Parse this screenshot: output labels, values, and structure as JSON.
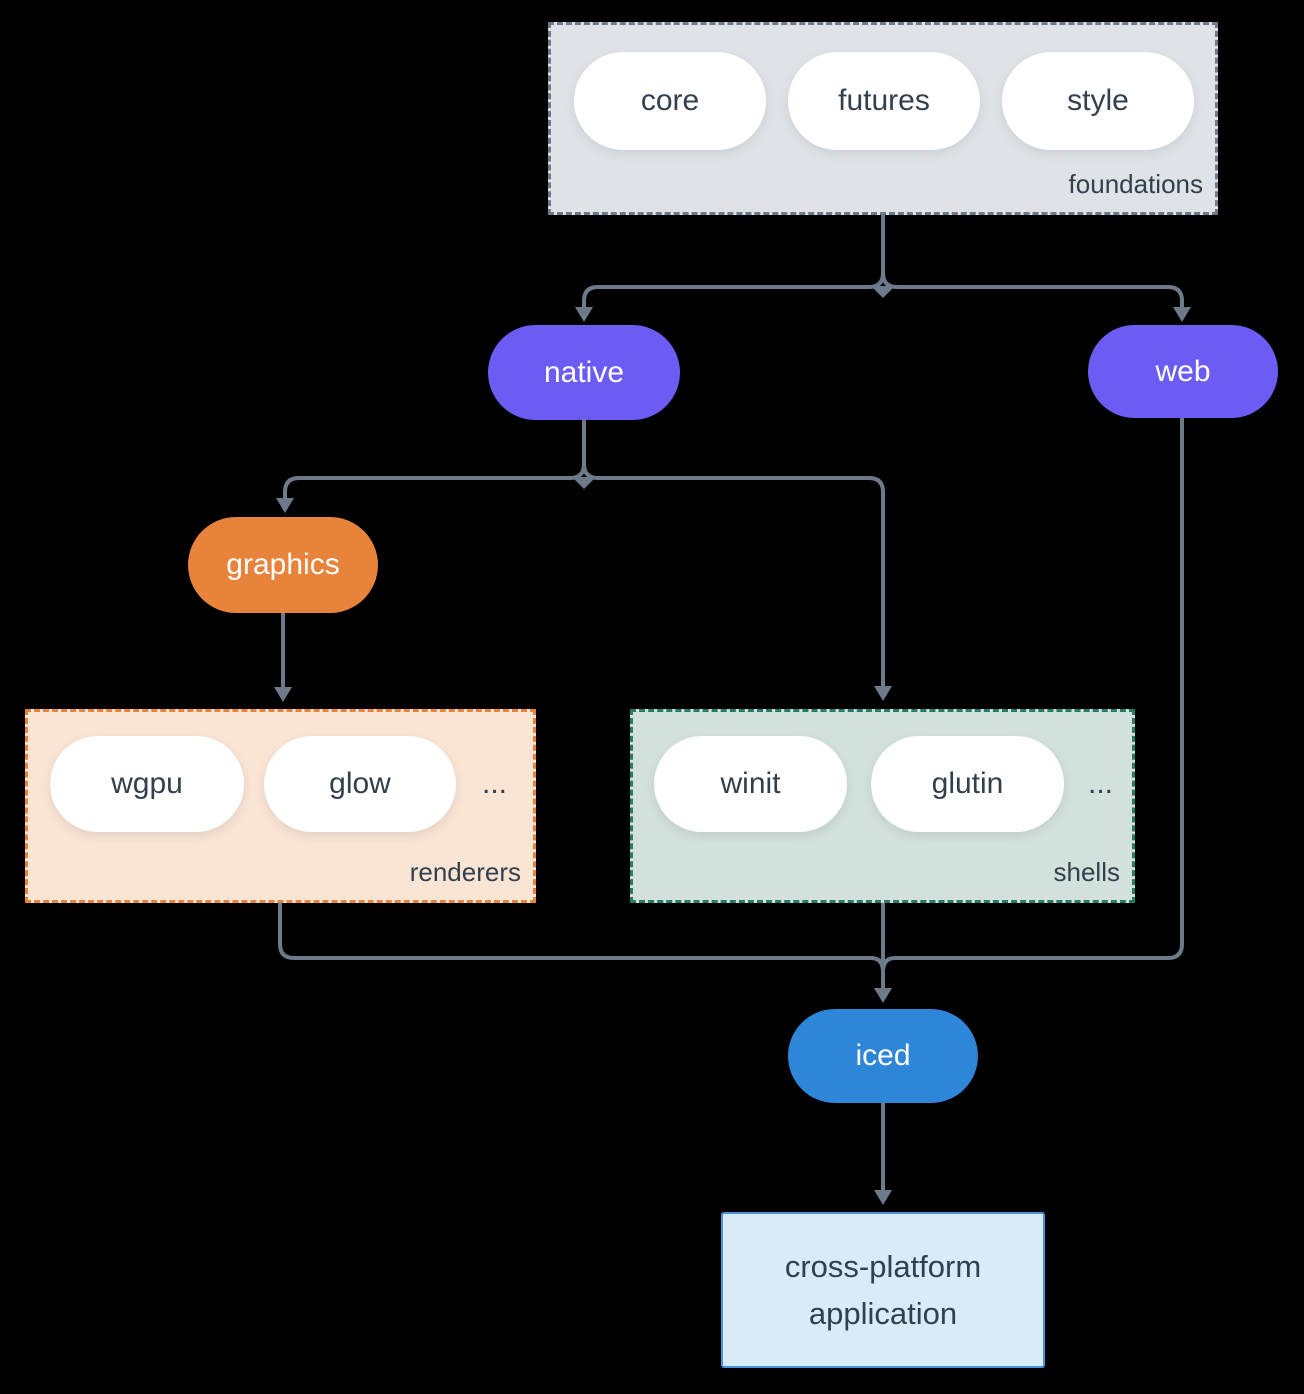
{
  "colors": {
    "background": "#000000",
    "connector": "#6C7A89",
    "text_dark": "#32404D",
    "text_light": "#FFFFFF",
    "purple": "#6C5CF3",
    "orange": "#E8833C",
    "blue": "#2E86D8",
    "foundations_fill": "#DFE3E7",
    "foundations_border": "#6C7A89",
    "renderers_fill": "#FAE4D4",
    "renderers_border": "#E8833C",
    "shells_fill": "#D2E1DB",
    "shells_border": "#267A66",
    "app_fill": "#D9EAF9",
    "app_border": "#4593DC"
  },
  "groups": {
    "foundations": {
      "label": "foundations",
      "items": [
        "core",
        "futures",
        "style"
      ]
    },
    "renderers": {
      "label": "renderers",
      "items": [
        "wgpu",
        "glow"
      ],
      "ellipsis": "..."
    },
    "shells": {
      "label": "shells",
      "items": [
        "winit",
        "glutin"
      ],
      "ellipsis": "..."
    }
  },
  "nodes": {
    "native": {
      "label": "native"
    },
    "web": {
      "label": "web"
    },
    "graphics": {
      "label": "graphics"
    },
    "iced": {
      "label": "iced"
    },
    "application": {
      "label_line1": "cross-platform",
      "label_line2": "application"
    }
  }
}
